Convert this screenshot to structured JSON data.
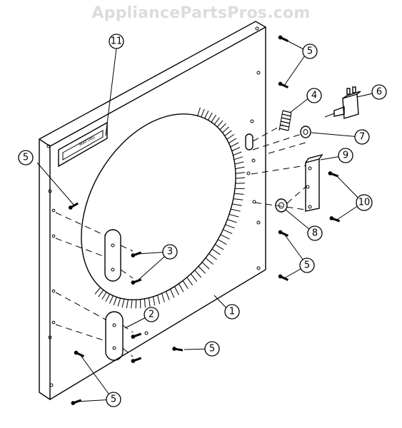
{
  "watermark": "AppliancePartsPros.com",
  "callouts": {
    "c1": "1",
    "c2": "2",
    "c3": "3",
    "c4": "4",
    "c5a": "5",
    "c5b": "5",
    "c5c": "5",
    "c5d": "5",
    "c5e": "5",
    "c6": "6",
    "c7": "7",
    "c8": "8",
    "c9": "9",
    "c10": "10",
    "c11": "11"
  }
}
